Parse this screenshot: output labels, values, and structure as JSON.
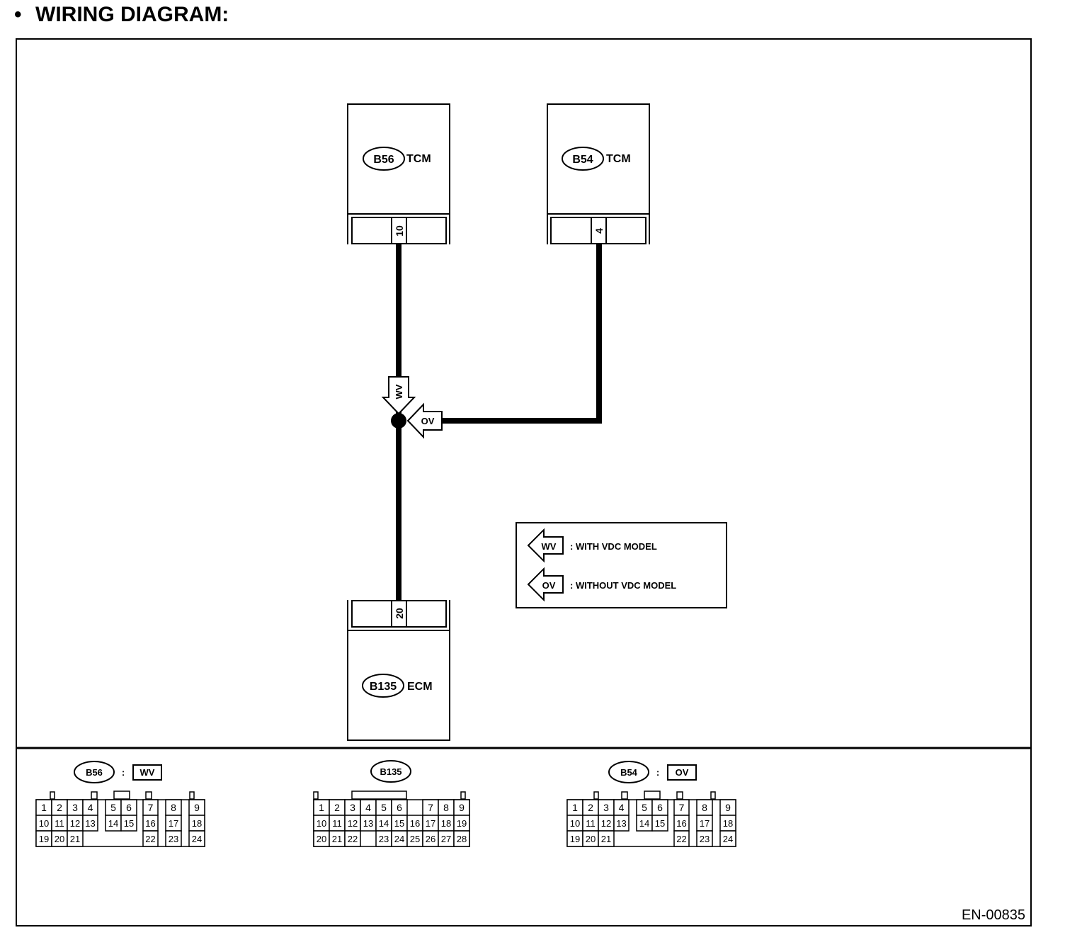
{
  "header": {
    "bullet": "•",
    "title": "WIRING DIAGRAM:"
  },
  "modules": {
    "b56": {
      "connector": "B56",
      "name": "TCM",
      "pin": "10"
    },
    "b54": {
      "connector": "B54",
      "name": "TCM",
      "pin": "4"
    },
    "b135": {
      "connector": "B135",
      "name": "ECM",
      "pin": "20"
    }
  },
  "markers": {
    "wv": "WV",
    "ov": "OV"
  },
  "legend": [
    {
      "code": "WV",
      "text": ": WITH VDC MODEL"
    },
    {
      "code": "OV",
      "text": ": WITHOUT VDC MODEL"
    }
  ],
  "connector_views": {
    "b56": {
      "id": "B56",
      "colon": ":",
      "code": "WV",
      "rows": [
        [
          "1",
          "2",
          "3",
          "4",
          "",
          "5",
          "6",
          "",
          "7",
          "",
          "8",
          "",
          "9"
        ],
        [
          "10",
          "11",
          "12",
          "13",
          "",
          "14",
          "15",
          "",
          "16",
          "",
          "17",
          "",
          "18"
        ],
        [
          "19",
          "20",
          "21",
          "",
          "",
          "",
          "",
          "",
          "22",
          "",
          "23",
          "",
          "24"
        ]
      ]
    },
    "b135": {
      "id": "B135",
      "rows": [
        [
          "1",
          "2",
          "3",
          "4",
          "5",
          "6",
          "",
          "7",
          "8",
          "9"
        ],
        [
          "10",
          "11",
          "12",
          "13",
          "14",
          "15",
          "16",
          "17",
          "18",
          "19"
        ],
        [
          "20",
          "21",
          "22",
          "",
          "23",
          "24",
          "25",
          "26",
          "27",
          "28"
        ]
      ]
    },
    "b54": {
      "id": "B54",
      "colon": ":",
      "code": "OV",
      "rows": [
        [
          "1",
          "2",
          "3",
          "4",
          "",
          "5",
          "6",
          "",
          "7",
          "",
          "8",
          "",
          "9"
        ],
        [
          "10",
          "11",
          "12",
          "13",
          "",
          "14",
          "15",
          "",
          "16",
          "",
          "17",
          "",
          "18"
        ],
        [
          "19",
          "20",
          "21",
          "",
          "",
          "",
          "",
          "",
          "22",
          "",
          "23",
          "",
          "24"
        ]
      ]
    }
  },
  "figure_code": "EN-00835"
}
